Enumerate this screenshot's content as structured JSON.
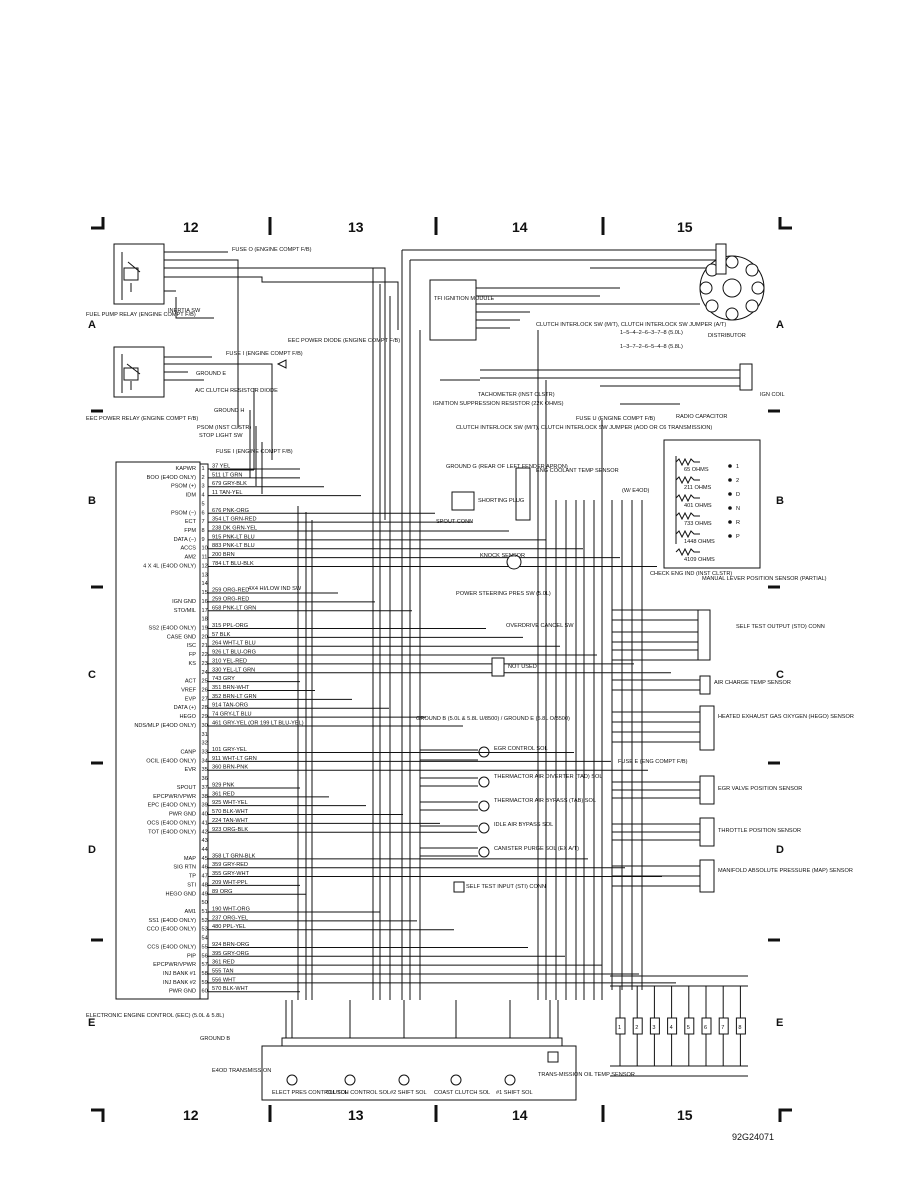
{
  "figure_id": "92G24071",
  "grid": {
    "columns": [
      "12",
      "13",
      "14",
      "15"
    ],
    "rows": [
      "A",
      "B",
      "C",
      "D",
      "E"
    ]
  },
  "eec_module": {
    "title": "ELECTRONIC ENGINE CONTROL (EEC) (5.0L & 5.8L)",
    "pins": [
      {
        "n": "1",
        "name": "KAPWR",
        "wire": "37 YEL"
      },
      {
        "n": "2",
        "name": "BOO (E4OD ONLY)",
        "wire": "511 LT GRN"
      },
      {
        "n": "3",
        "name": "PSOM (+)",
        "wire": "679 GRY-BLK"
      },
      {
        "n": "4",
        "name": "IDM",
        "wire": "11 TAN-YEL"
      },
      {
        "n": "5",
        "name": "",
        "wire": ""
      },
      {
        "n": "6",
        "name": "PSOM (−)",
        "wire": "676 PNK-ORG"
      },
      {
        "n": "7",
        "name": "ECT",
        "wire": "354 LT GRN-RED"
      },
      {
        "n": "8",
        "name": "FPM",
        "wire": "238 DK GRN-YEL"
      },
      {
        "n": "9",
        "name": "DATA (−)",
        "wire": "915 PNK-LT BLU"
      },
      {
        "n": "10",
        "name": "ACCS",
        "wire": "883 PNK-LT BLU"
      },
      {
        "n": "11",
        "name": "AM2",
        "wire": "200 BRN"
      },
      {
        "n": "12",
        "name": "4 X 4L (E4OD ONLY)",
        "wire": "784 LT BLU-BLK"
      },
      {
        "n": "13",
        "name": "",
        "wire": ""
      },
      {
        "n": "14",
        "name": "",
        "wire": ""
      },
      {
        "n": "15",
        "name": "",
        "wire": "259 ORG-RED"
      },
      {
        "n": "16",
        "name": "IGN GND",
        "wire": "259 ORG-RED"
      },
      {
        "n": "17",
        "name": "STO/MIL",
        "wire": "658 PNK-LT GRN"
      },
      {
        "n": "18",
        "name": "",
        "wire": ""
      },
      {
        "n": "19",
        "name": "SS2 (E4OD ONLY)",
        "wire": "315 PPL-ORG"
      },
      {
        "n": "20",
        "name": "CASE GND",
        "wire": "57 BLK"
      },
      {
        "n": "21",
        "name": "ISC",
        "wire": "264 WHT-LT BLU"
      },
      {
        "n": "22",
        "name": "FP",
        "wire": "926 LT BLU-ORG"
      },
      {
        "n": "23",
        "name": "KS",
        "wire": "310 YEL-RED"
      },
      {
        "n": "24",
        "name": "",
        "wire": "330 YEL-LT GRN"
      },
      {
        "n": "25",
        "name": "ACT",
        "wire": "743 GRY"
      },
      {
        "n": "26",
        "name": "VREF",
        "wire": "351 BRN-WHT"
      },
      {
        "n": "27",
        "name": "EVP",
        "wire": "352 BRN-LT GRN"
      },
      {
        "n": "28",
        "name": "DATA (+)",
        "wire": "914 TAN-ORG"
      },
      {
        "n": "29",
        "name": "HEGO",
        "wire": "74 GRY-LT BLU"
      },
      {
        "n": "30",
        "name": "NDS/MLP (E4OD ONLY)",
        "wire": "461 GRY-YEL (OR 199 LT BLU-YEL)"
      },
      {
        "n": "31",
        "name": "",
        "wire": ""
      },
      {
        "n": "32",
        "name": "",
        "wire": ""
      },
      {
        "n": "33",
        "name": "CANP",
        "wire": "101 GRY-YEL"
      },
      {
        "n": "34",
        "name": "OCIL (E4OD ONLY)",
        "wire": "911 WHT-LT GRN"
      },
      {
        "n": "35",
        "name": "EVR",
        "wire": "360 BRN-PNK"
      },
      {
        "n": "36",
        "name": "",
        "wire": ""
      },
      {
        "n": "37",
        "name": "SPOUT",
        "wire": "929 PNK"
      },
      {
        "n": "38",
        "name": "EPCPWR/VPWR",
        "wire": "361 RED"
      },
      {
        "n": "39",
        "name": "EPC (E4OD ONLY)",
        "wire": "925 WHT-YEL"
      },
      {
        "n": "40",
        "name": "PWR GND",
        "wire": "570 BLK-WHT"
      },
      {
        "n": "41",
        "name": "OCS (E4OD ONLY)",
        "wire": "224 TAN-WHT"
      },
      {
        "n": "42",
        "name": "TOT (E4OD ONLY)",
        "wire": "923 ORG-BLK"
      },
      {
        "n": "43",
        "name": "",
        "wire": ""
      },
      {
        "n": "44",
        "name": "",
        "wire": ""
      },
      {
        "n": "45",
        "name": "MAP",
        "wire": "358 LT GRN-BLK"
      },
      {
        "n": "46",
        "name": "SIG RTN",
        "wire": "359 GRY-RED"
      },
      {
        "n": "47",
        "name": "TP",
        "wire": "355 GRY-WHT"
      },
      {
        "n": "48",
        "name": "STI",
        "wire": "209 WHT-PPL"
      },
      {
        "n": "49",
        "name": "HEGO GND",
        "wire": "89 ORG"
      },
      {
        "n": "50",
        "name": "",
        "wire": ""
      },
      {
        "n": "51",
        "name": "AM1",
        "wire": "190 WHT-ORG"
      },
      {
        "n": "52",
        "name": "SS1 (E4OD ONLY)",
        "wire": "237 ORG-YEL"
      },
      {
        "n": "53",
        "name": "CCO (E4OD ONLY)",
        "wire": "480 PPL-YEL"
      },
      {
        "n": "54",
        "name": "",
        "wire": ""
      },
      {
        "n": "55",
        "name": "CCS (E4OD ONLY)",
        "wire": "924 BRN-ORG"
      },
      {
        "n": "56",
        "name": "PIP",
        "wire": "395 GRY-ORG"
      },
      {
        "n": "57",
        "name": "EPCPWR/VPWR",
        "wire": "361 RED"
      },
      {
        "n": "58",
        "name": "INJ BANK #1",
        "wire": "555 TAN"
      },
      {
        "n": "59",
        "name": "INJ BANK #2",
        "wire": "556 WHT"
      },
      {
        "n": "60",
        "name": "PWR GND",
        "wire": "570 BLK-WHT"
      }
    ]
  },
  "labels": {
    "fuel_pump_relay": "FUEL PUMP RELAY (ENGINE COMPT F/B)",
    "eec_power_relay": "EEC POWER RELAY (ENGINE COMPT F/B)",
    "fuse_o": "FUSE O (ENGINE COMPT F/B)",
    "fuse_i": "FUSE I (ENGINE COMPT F/B)",
    "fuse_u": "FUSE U (ENGINE COMPT F/B)",
    "fuse_e": "FUSE E (ENG COMPT F/B)",
    "inertia": "INERTIA SW",
    "ground_e": "GROUND E",
    "ground_h": "GROUND H",
    "ground_g": "GROUND G (REAR OF LEFT FENDER APRON)",
    "ground_b_e": "GROUND B (5.0L & 5.8L U/8500) / GROUND E (5.8L O/8500)",
    "ground_b": "GROUND B",
    "eec_diode": "EEC POWER DIODE (ENGINE COMPT F/B)",
    "ac_clutch": "A/C CLUTCH RESISTOR DIODE",
    "psom": "PSOM (INST CLSTR)",
    "stop_light": "STOP LIGHT SW",
    "tfi": "TFI IGNITION MODULE",
    "clutch_jumper": "CLUTCH INTERLOCK SW (M/T), CLUTCH INTERLOCK SW JUMPER (A/T)",
    "tachometer": "TACHOMETER (INST CLSTR)",
    "ign_supp": "IGNITION SUPPRESSION RESISTOR (22K OHMS)",
    "clutch_jumper2": "CLUTCH INTERLOCK SW (M/T), CLUTCH INTERLOCK SW JUMPER (AOD OR C6 TRANSMISSION)",
    "distributor": "DISTRIBUTOR",
    "firing_50": "1–5–4–2–6–3–7–8 (5.0L)",
    "firing_58": "1–3–7–2–6–5–4–8 (5.8L)",
    "ign_coil": "IGN COIL",
    "radio_cap": "RADIO CAPACITOR",
    "eng_coolant": "ENG COOLANT TEMP SENSOR",
    "shorting_plug": "SHORTING PLUG",
    "spout_conn": "SPOUT CONN",
    "w_e4od": "(W/ E4OD)",
    "sw_4x4": "4X4 HI/LOW IND SW",
    "knock": "KNOCK SENSOR",
    "power_steering": "POWER STEERING PRES SW (5.0L)",
    "overdrive": "OVERDRIVE CANCEL SW",
    "not_used": "NOT USED",
    "check_eng": "CHECK ENG IND (INST CLSTR)",
    "manual_lever": "MANUAL LEVER POSITION SENSOR (PARTIAL)",
    "self_test_conn": "SELF TEST OUTPUT (STO) CONN",
    "air_charge": "AIR CHARGE TEMP SENSOR",
    "hego": "HEATED EXHAUST GAS OXYGEN (HEGO) SENSOR",
    "egr_control": "EGR CONTROL SOL",
    "thermactor_div": "THERMACTOR AIR DIVERTER (TAD) SOL",
    "thermactor_byp": "THERMACTOR AIR BYPASS (TAB) SOL",
    "idle_air": "IDLE AIR BYPASS SOL",
    "canister": "CANISTER PURGE SOL (EX A/T)",
    "self_test_input": "SELF TEST INPUT (STI) CONN",
    "egr_valve": "EGR VALVE POSITION SENSOR",
    "throttle": "THROTTLE POSITION SENSOR",
    "map_sensor": "MANIFOLD ABSOLUTE PRESSURE (MAP) SENSOR",
    "ground_bottom": "GROUND B",
    "trans": "E4OD TRANSMISSION",
    "trans_oil": "TRANS-MISSION OIL TEMP SENSOR",
    "elect_pres": "ELECT PRES CONTROL SOL",
    "clutch_ctrl": "CLUTCH CONTROL SOL",
    "shift2": "#2 SHIFT SOL",
    "coast_clutch": "COAST CLUTCH SOL",
    "shift1": "#1 SHIFT SOL"
  },
  "resistances": [
    "65 OHMS",
    "211 OHMS",
    "401 OHMS",
    "733 OHMS",
    "1448 OHMS",
    "4109 OHMS"
  ],
  "mlp_positions": [
    "1",
    "2",
    "D",
    "N",
    "R",
    "P"
  ],
  "injectors": [
    "1",
    "2",
    "3",
    "4",
    "5",
    "6",
    "7",
    "8"
  ]
}
